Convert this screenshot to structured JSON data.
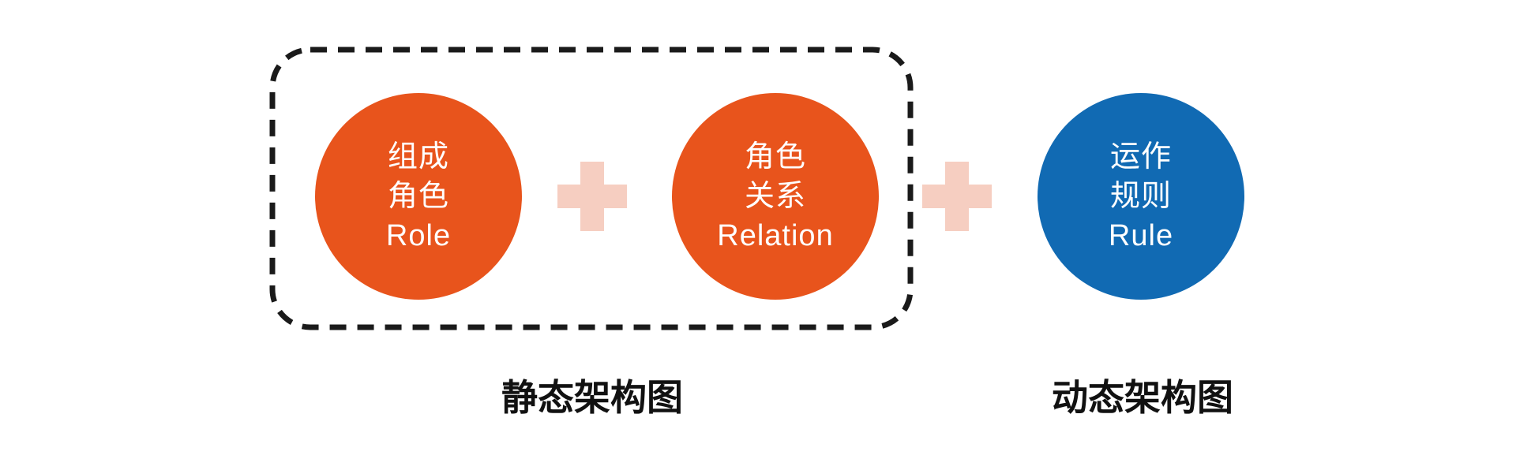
{
  "page": {
    "background": "#FFFFFF"
  },
  "diagram": {
    "outline_color": "#1A1A1A",
    "label_color": "#111111",
    "nodes": [
      {
        "name": "role",
        "lines": [
          "组成",
          "角色",
          "Role"
        ],
        "fill": "#E8541C",
        "text_color": "#FFFFFF"
      },
      {
        "name": "relation",
        "lines": [
          "角色",
          "关系",
          "Relation"
        ],
        "fill": "#E8541C",
        "text_color": "#FFFFFF"
      },
      {
        "name": "rule",
        "lines": [
          "运作",
          "规则",
          "Rule"
        ],
        "fill": "#116AB3",
        "text_color": "#FFFFFF"
      }
    ],
    "operators": [
      {
        "type": "plus",
        "color": "#F6CEC1"
      },
      {
        "type": "plus",
        "color": "#F6CEC1"
      }
    ],
    "groups": [
      {
        "label": "静态架构图",
        "outline": "dashed"
      },
      {
        "label": "动态架构图",
        "outline": "none"
      }
    ]
  }
}
